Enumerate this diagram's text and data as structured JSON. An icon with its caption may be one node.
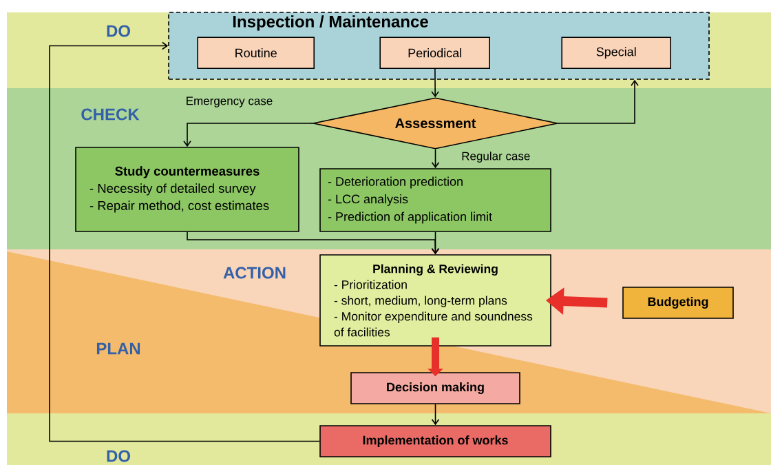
{
  "diagram": {
    "nodes": [
      {
        "text": [
          "Inspection / Maintenance"
        ]
      },
      {
        "text": [
          "Routine"
        ],
        "in": 0
      },
      {
        "text": [
          "Periodical"
        ],
        "in": 0
      },
      {
        "text": [
          "Special"
        ],
        "in": 0
      },
      {
        "text": [
          "Assessment"
        ]
      },
      {
        "text": [
          "Study countermeasures",
          "- Necessity of detailed survey",
          "- Repair method, cost estimates"
        ]
      },
      {
        "text": [
          "- Deterioration prediction",
          "- LCC analysis",
          "- Prediction of application limit"
        ]
      },
      {
        "text": [
          "Planning & Reviewing",
          "- Prioritization",
          "- short, medium, long-term plans",
          "- Monitor expenditure and soundness of facilities"
        ]
      },
      {
        "text": [
          "Budgeting"
        ]
      },
      {
        "text": [
          "Decision making"
        ]
      },
      {
        "text": [
          "Implementation of works"
        ]
      }
    ],
    "edges": [
      {
        "from": 2,
        "to": 4,
        "arrow": "to"
      },
      {
        "from": 4,
        "to": 0,
        "arrow": "to"
      },
      {
        "from": 4,
        "to": 5,
        "arrow": "to",
        "label": "Emergency case"
      },
      {
        "from": 4,
        "to": 6,
        "arrow": "to",
        "label": "Regular case"
      },
      {
        "from": 5,
        "to": 7,
        "arrow": "to"
      },
      {
        "from": 6,
        "to": 7,
        "arrow": "to"
      },
      {
        "from": 8,
        "to": 7,
        "arrow": "to",
        "style": "thick",
        "color": "#e8302a"
      },
      {
        "from": 7,
        "to": 9,
        "arrow": "to",
        "style": "thick",
        "color": "#e8302a"
      },
      {
        "from": 9,
        "to": 10,
        "arrow": "to"
      },
      {
        "from": 10,
        "to": 0,
        "arrow": "to"
      }
    ],
    "labels": [
      "DO",
      "CHECK",
      "ACTION",
      "PLAN",
      "DO"
    ]
  }
}
